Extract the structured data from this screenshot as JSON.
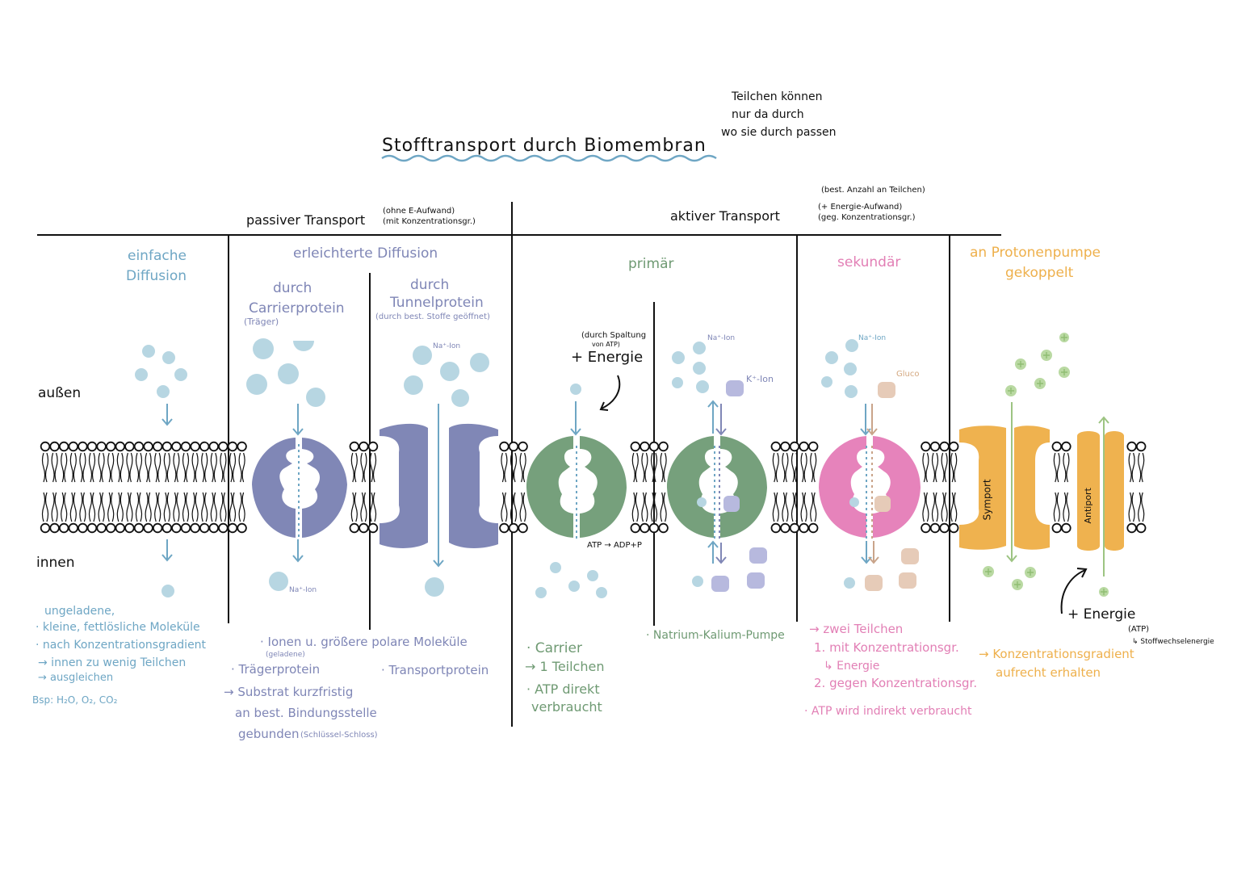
{
  "title": "Stofftransport durch Biomembran",
  "note": {
    "line1": "Teilchen können",
    "line2": "nur da durch",
    "line3": "wo sie durch passen"
  },
  "sides": {
    "outside": "außen",
    "inside": "innen"
  },
  "passive": {
    "header": "passiver Transport",
    "note1": "(ohne E-Aufwand)",
    "note2": "(mit Konzentrationsgr.)",
    "simple": {
      "title1": "einfache",
      "title2": "Diffusion",
      "desc": [
        "ungeladene,",
        "· kleine, fettlösliche Moleküle",
        "· nach Konzentrationsgradient",
        "→ innen zu wenig Teilchen",
        "→ ausgleichen",
        "Bsp: H₂O, O₂, CO₂"
      ]
    },
    "facilitated": {
      "title": "erleichterte Diffusion",
      "carrier": {
        "title1": "durch",
        "title2": "Carrierprotein",
        "sub": "(Träger)",
        "ion": "Na⁺-Ion"
      },
      "tunnel": {
        "title1": "durch",
        "title2": "Tunnelprotein",
        "sub": "(durch best. Stoffe geöffnet)",
        "ion": "Na⁺-Ion"
      },
      "desc_main": "· Ionen u. größere polare Moleküle",
      "desc_charged": "(geladene)",
      "desc_carrier": [
        "· Trägerprotein",
        "→ Substrat kurzfristig",
        "an best. Bindungsstelle",
        "gebunden"
      ],
      "desc_lock": "(Schlüssel-Schloss)",
      "desc_tunnel": "· Transportprotein"
    }
  },
  "active": {
    "header": "aktiver Transport",
    "note0": "(best. Anzahl an Teilchen)",
    "note1": "(+ Energie-Aufwand)",
    "note2": "(geg. Konzentrationsgr.)",
    "primary": {
      "title": "primär",
      "energy_note1": "(durch Spaltung",
      "energy_note2": "von ATP)",
      "energy": "+ Energie",
      "atp": "ATP → ADP+P",
      "na_ion": "Na⁺-Ion",
      "k_ion": "K⁺-Ion",
      "desc": [
        "· Carrier",
        "→ 1 Teilchen",
        "· ATP direkt",
        "verbraucht"
      ],
      "pump": "· Natrium-Kalium-Pumpe"
    },
    "secondary": {
      "title": "sekundär",
      "na_ion": "Na⁺-Ion",
      "gluco": "Gluco",
      "desc": [
        "→ zwei Teilchen",
        "1. mit Konzentrationsgr.",
        "↳ Energie",
        "2. gegen Konzentrationsgr.",
        "· ATP wird indirekt verbraucht"
      ]
    },
    "proton": {
      "title1": "an Protonenpumpe",
      "title2": "gekoppelt",
      "symport": "Symport",
      "antiport": "Antiport",
      "energy": "+ Energie",
      "atp": "(ATP)",
      "stoff": "↳ Stoffwechselenergie",
      "desc1": "→ Konzentrationsgradient",
      "desc2": "aufrecht erhalten"
    }
  },
  "colors": {
    "blue": "#6ea6c4",
    "particle": "#b7d6e2",
    "purple": "#8087b6",
    "green": "#76a07c",
    "pink": "#e683bb",
    "orange": "#efb24f",
    "k_ion": "#b7b9de",
    "gluco": "#e6cbb8",
    "proton": "#b9d9a2"
  }
}
